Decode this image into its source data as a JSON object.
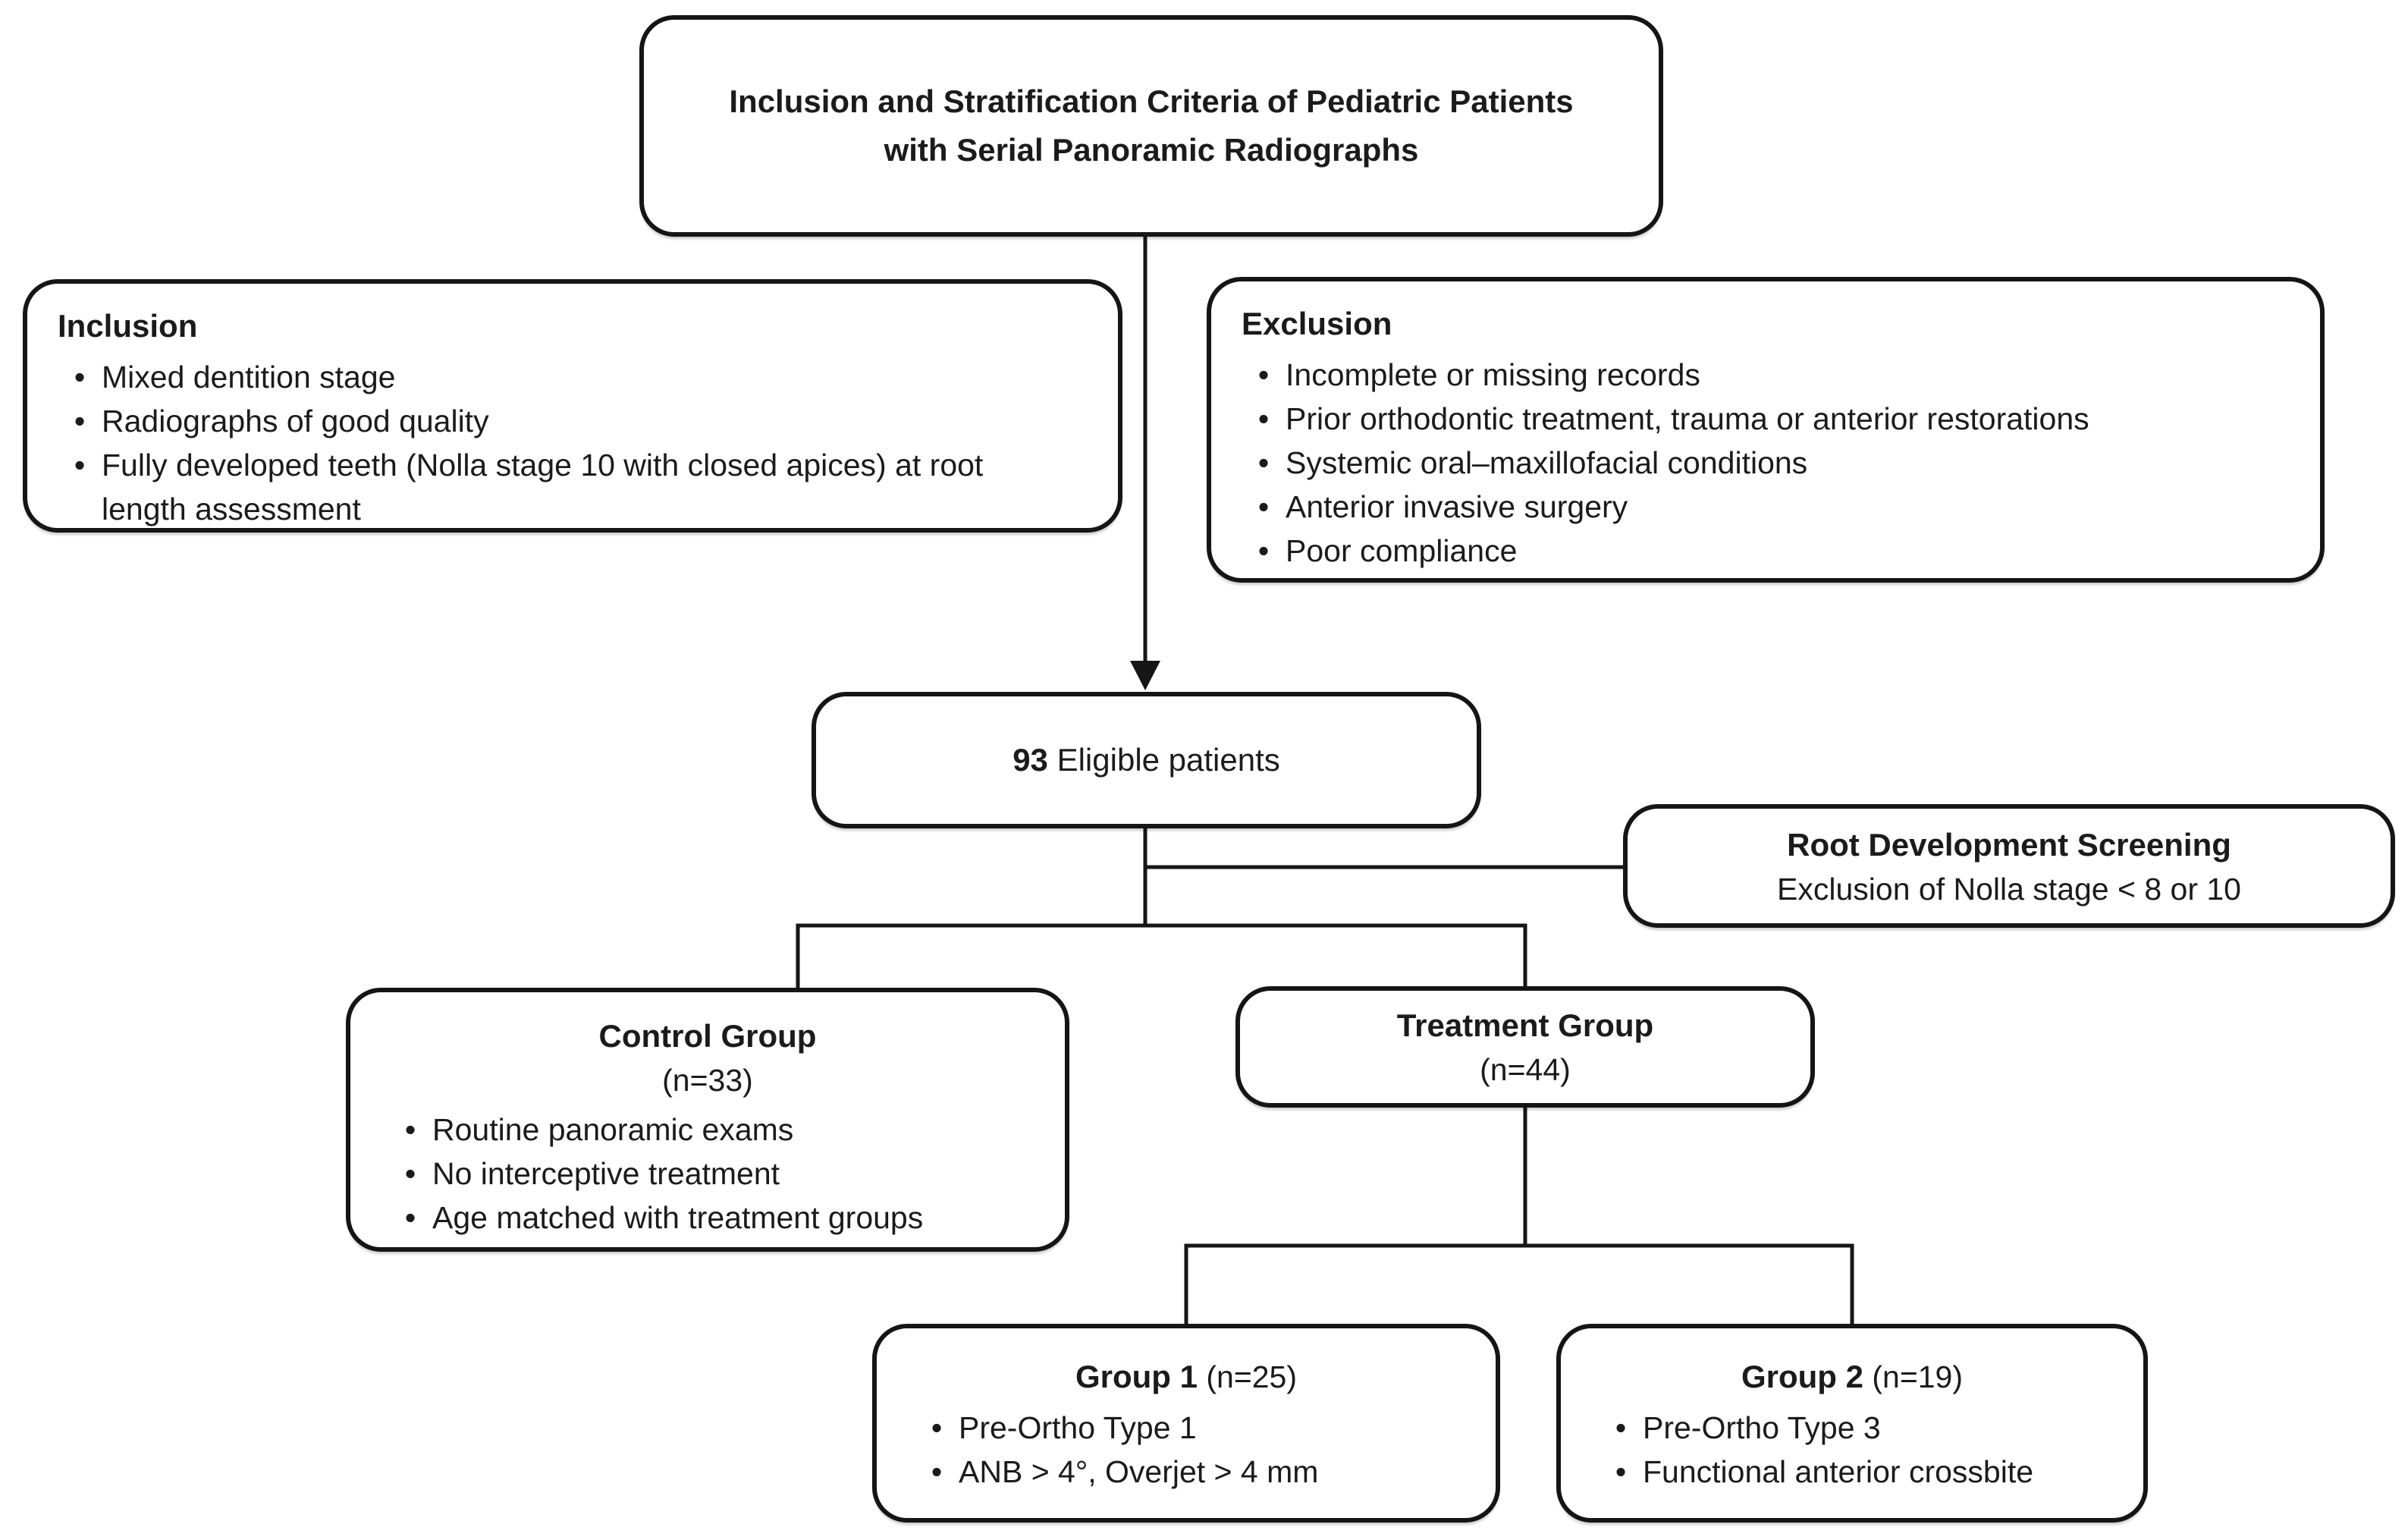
{
  "diagram": {
    "title_box": {
      "line1": "Inclusion and Stratification Criteria of Pediatric Patients",
      "line2": "with Serial Panoramic Radiographs"
    },
    "inclusion": {
      "heading": "Inclusion",
      "bullets": [
        "Mixed dentition stage",
        "Radiographs of good quality",
        "Fully developed teeth (Nolla stage 10 with closed apices) at root length assessment"
      ]
    },
    "exclusion": {
      "heading": "Exclusion",
      "bullets": [
        "Incomplete or missing records",
        "Prior orthodontic treatment, trauma or anterior restorations",
        "Systemic oral–maxillofacial conditions",
        "Anterior invasive surgery",
        "Poor compliance"
      ]
    },
    "eligible": {
      "count": "93",
      "label": " Eligible patients"
    },
    "screening": {
      "heading": "Root Development Screening",
      "subtext": "Exclusion of Nolla stage < 8 or 10"
    },
    "control": {
      "heading": "Control Group",
      "count": "(n=33)",
      "bullets": [
        "Routine panoramic exams",
        "No interceptive treatment",
        "Age matched with treatment groups"
      ]
    },
    "treatment": {
      "heading": "Treatment Group",
      "count": "(n=44)"
    },
    "group1": {
      "heading": "Group 1",
      "count": " (n=25)",
      "bullets": [
        "Pre-Ortho Type 1",
        "ANB > 4°, Overjet > 4 mm"
      ]
    },
    "group2": {
      "heading": "Group 2",
      "count": " (n=19)",
      "bullets": [
        "Pre-Ortho Type 3",
        "Functional anterior crossbite"
      ]
    }
  },
  "colors": {
    "background": "#ffffff",
    "border": "#151515",
    "text": "#1b1b1b"
  }
}
